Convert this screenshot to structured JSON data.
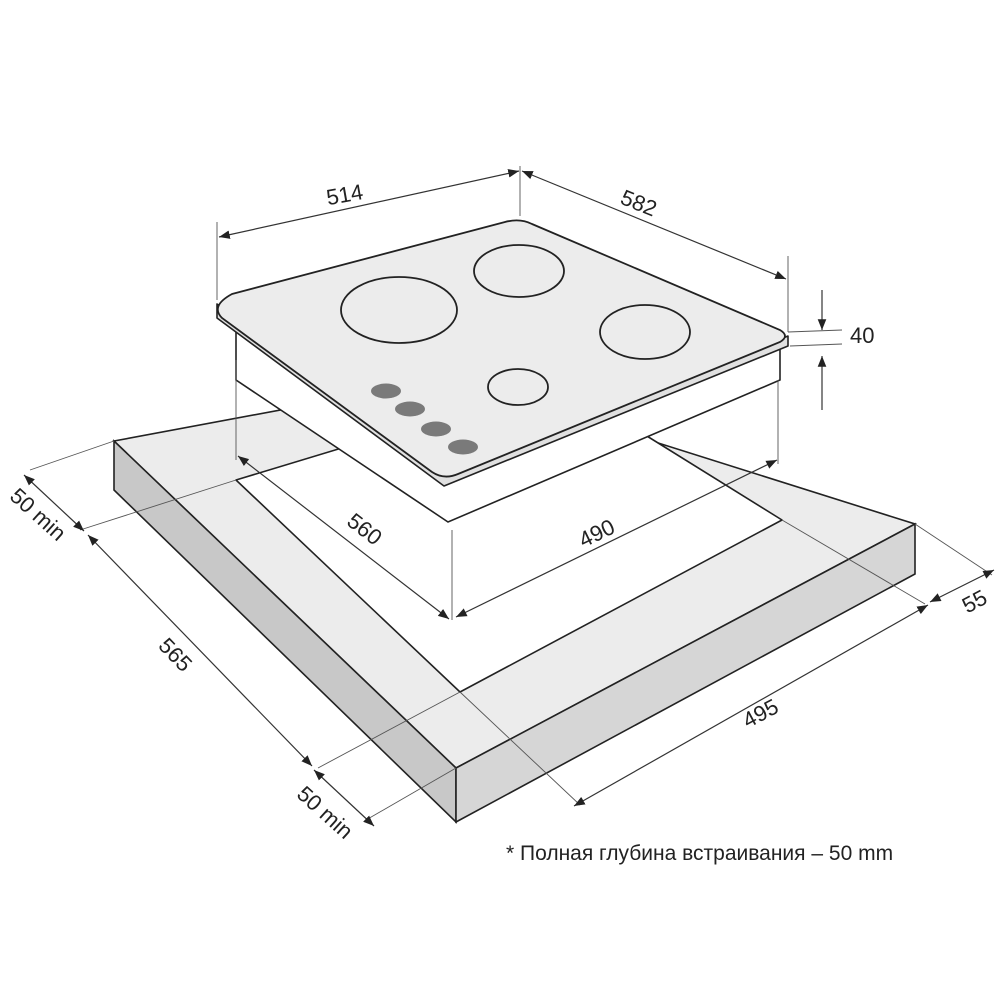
{
  "dimensions": {
    "hob_width": "514",
    "hob_depth": "582",
    "hob_height": "40",
    "cutout_depth": "560",
    "cutout_width": "490",
    "worktop_width": "495",
    "worktop_depth": "565",
    "margin_back": "50 min",
    "margin_front": "50 min",
    "worktop_edge": "55"
  },
  "footnote": "* Полная глубина встраивания – 50 mm",
  "colors": {
    "worktop_top": "#ececec",
    "worktop_front": "#c8c8c8",
    "worktop_side": "#d6d6d6",
    "control_knob": "#7a7a7a"
  }
}
